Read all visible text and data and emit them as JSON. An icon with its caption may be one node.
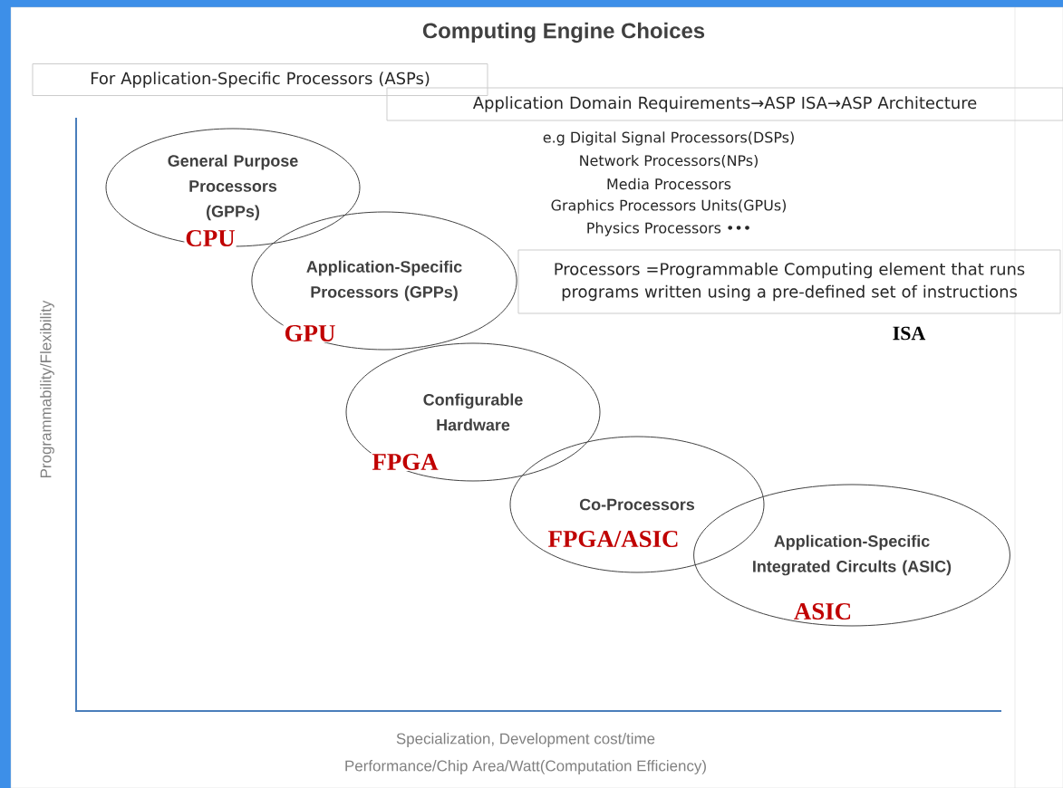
{
  "diagram": {
    "title": "Computing Engine Choices",
    "nodes": [
      {
        "text": [
          "For Application-Specific Processors (ASPs)"
        ]
      },
      {
        "text": [
          "Application Domain Requirements→ASP ISA→ASP Architecture"
        ]
      },
      {
        "text": [
          "General Purpose Processors (GPPs)",
          "CPU"
        ]
      },
      {
        "text": [
          "Application-Specific Processors (GPPs)",
          "GPU"
        ]
      },
      {
        "text": [
          "Configurable Hardware",
          "FPGA"
        ]
      },
      {
        "text": [
          "Co-Processors",
          "FPGA/ASIC"
        ]
      },
      {
        "text": [
          "Application-Specific Integrated Circults (ASIC)",
          "ASIC"
        ]
      },
      {
        "text": [
          "Processors =Programmable Computing element that runs programs written using a pre-defined set of instructions"
        ]
      }
    ],
    "labels": [
      "e.g Digital Signal Processors(DSPs)",
      "Network Processors(NPs)",
      "Media Processors",
      "Graphics Processors Units(GPUs)",
      "Physics Processors •••",
      "ISA",
      "Programmability/Flexibility",
      "Specialization, Development cost/time",
      "Performance/Chip Area/Watt(Computation Efficiency)"
    ]
  }
}
